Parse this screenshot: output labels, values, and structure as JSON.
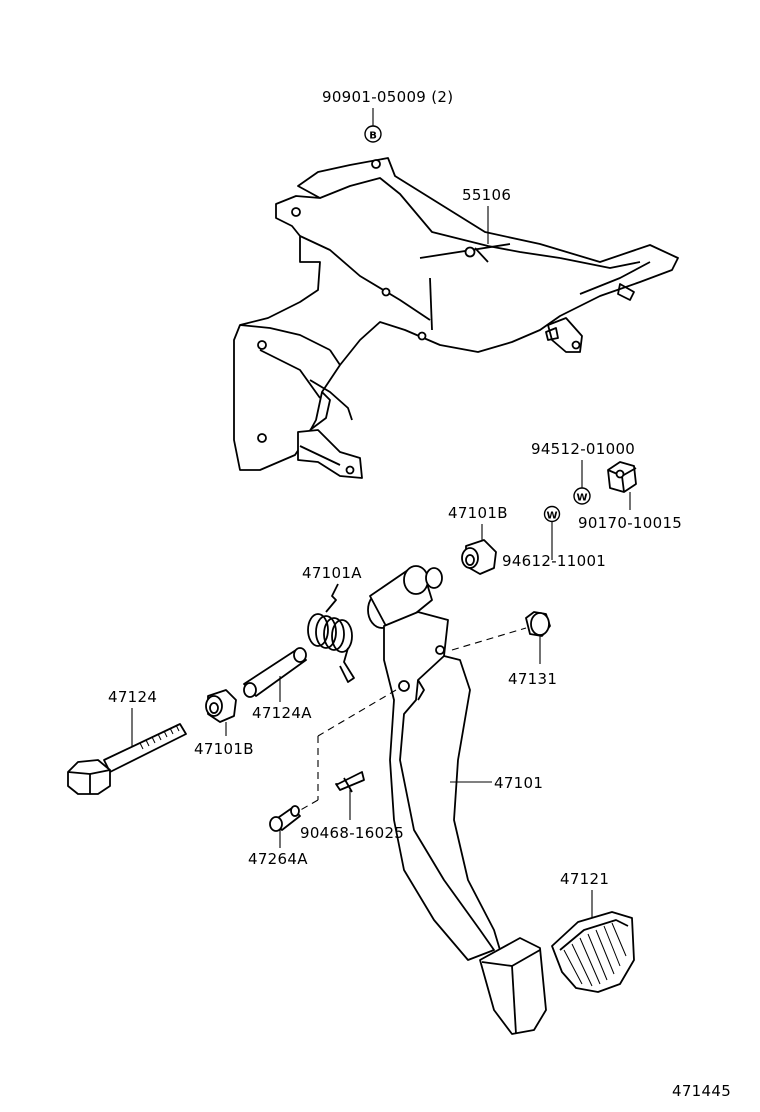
{
  "labels": {
    "bolt_90901": "90901-05009 (2)",
    "symbol_b": "B",
    "bracket_55106": "55106",
    "washer_94512": "94512-01000",
    "symbol_w1": "W",
    "nut_90170": "90170-10015",
    "bushing_47101b_top": "47101B",
    "symbol_w2": "W",
    "washer_94612": "94612-11001",
    "spring_47101a": "47101A",
    "bolt_47124": "47124",
    "collar_47124a": "47124A",
    "stopper_47131": "47131",
    "bushing_47101b_bottom": "47101B",
    "pedal_47101": "47101",
    "pin_90468": "90468-16025",
    "pin_47264a": "47264A",
    "pad_47121": "47121",
    "figure_number": "471445"
  }
}
